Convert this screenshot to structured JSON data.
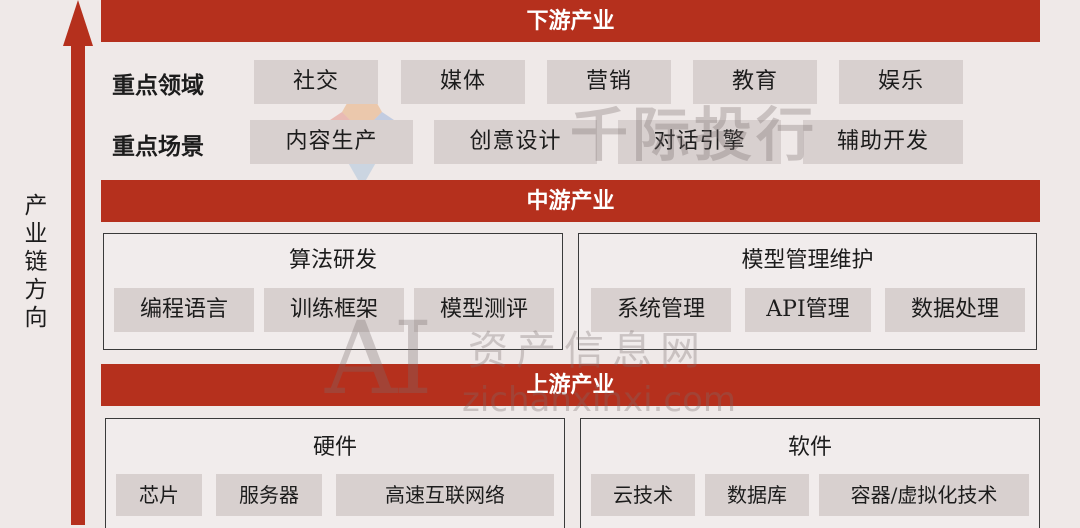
{
  "axis_label": [
    "产",
    "业",
    "链",
    "方",
    "向"
  ],
  "downstream": {
    "title": "下游产业",
    "areas_label": "重点领域",
    "areas": [
      "社交",
      "媒体",
      "营销",
      "教育",
      "娱乐"
    ],
    "scenes_label": "重点场景",
    "scenes": [
      "内容生产",
      "创意设计",
      "对话引擎",
      "辅助开发"
    ]
  },
  "midstream": {
    "title": "中游产业",
    "panels": [
      {
        "title": "算法研发",
        "items": [
          "编程语言",
          "训练框架",
          "模型测评"
        ]
      },
      {
        "title": "模型管理维护",
        "items": [
          "系统管理",
          "API管理",
          "数据处理"
        ]
      }
    ]
  },
  "upstream": {
    "title": "上游产业",
    "panels": [
      {
        "title": "硬件",
        "items": [
          "芯片",
          "服务器",
          "高速互联网络"
        ]
      },
      {
        "title": "软件",
        "items": [
          "云技术",
          "数据库",
          "容器/虚拟化技术"
        ]
      }
    ]
  },
  "watermarks": {
    "brand": "千际投行",
    "site_big": "AI",
    "site_name": "资产信息网",
    "site_url": "zichanxinxi.com"
  },
  "colors": {
    "banner": "#b5301d",
    "tag": "#d8d0cf",
    "background": "#efe9e8"
  }
}
